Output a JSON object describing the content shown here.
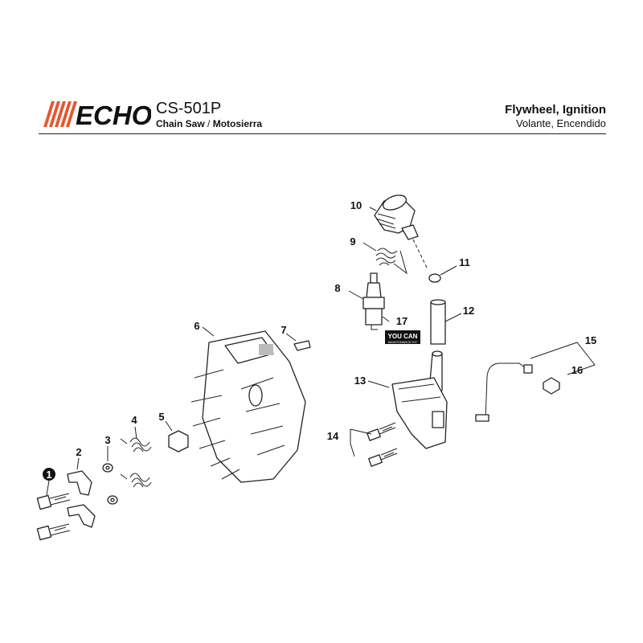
{
  "header": {
    "brand": "ECHO",
    "model": "CS-501P",
    "product_en": "Chain Saw",
    "product_sep": " / ",
    "product_es": "Motosierra",
    "title_en": "Flywheel, Ignition",
    "title_es": "Volante, Encendido"
  },
  "callouts": {
    "p1": "1",
    "p2": "2",
    "p3": "3",
    "p4": "4",
    "p5": "5",
    "p6": "6",
    "p7": "7",
    "p8": "8",
    "p9": "9",
    "p10": "10",
    "p11": "11",
    "p12": "12",
    "p13": "13",
    "p14": "14",
    "p15": "15",
    "p16": "16",
    "p17": "17"
  },
  "kit_badge": {
    "line1": "YOU CAN",
    "line2": "MAINTENANCE KIT"
  },
  "colors": {
    "brand_red": "#E4572E",
    "ink": "#111111"
  }
}
